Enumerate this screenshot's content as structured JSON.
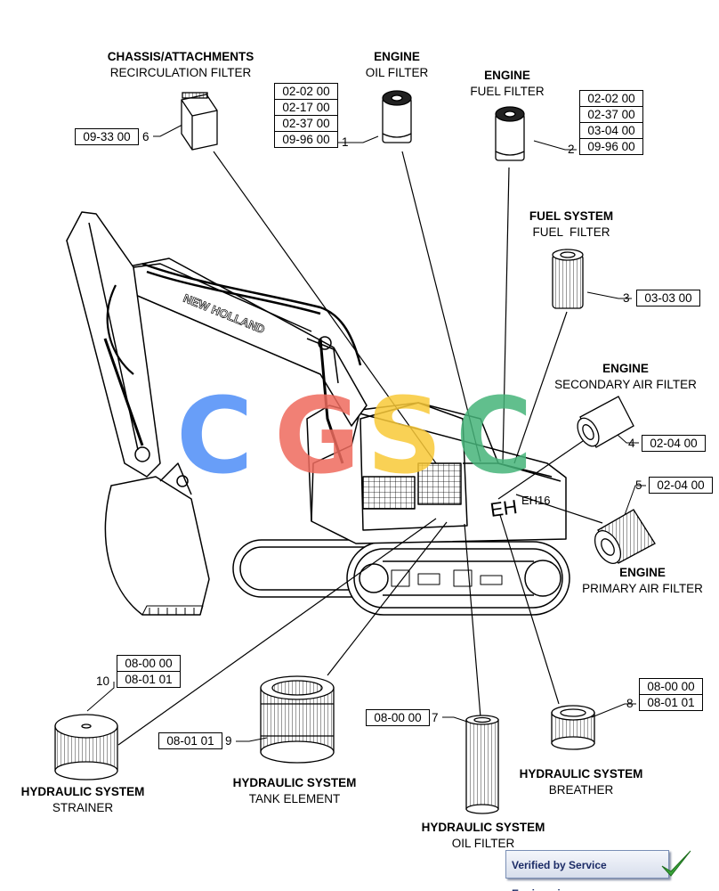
{
  "watermark": {
    "letters": [
      "C",
      "G",
      "S",
      "C"
    ],
    "colors": [
      "#4e8ef7",
      "#ef6b5e",
      "#f9c938",
      "#46b47a"
    ]
  },
  "excavator": {
    "brand": "NEW HOLLAND",
    "model": "EH16"
  },
  "parts": [
    {
      "id": "1",
      "system": "ENGINE",
      "name": "OIL FILTER",
      "refs": [
        "02-02 00",
        "02-17 00",
        "02-37 00",
        "09-96 00"
      ]
    },
    {
      "id": "2",
      "system": "ENGINE",
      "name": "FUEL FILTER",
      "refs": [
        "02-02 00",
        "02-37 00",
        "03-04 00",
        "09-96 00"
      ]
    },
    {
      "id": "3",
      "system": "FUEL SYSTEM",
      "name": "FUEL  FILTER",
      "refs": [
        "03-03 00"
      ]
    },
    {
      "id": "4",
      "system": "ENGINE",
      "name": "SECONDARY AIR FILTER",
      "refs": [
        "02-04 00"
      ]
    },
    {
      "id": "5",
      "system": "ENGINE",
      "name": "PRIMARY AIR FILTER",
      "refs": [
        "02-04 00"
      ]
    },
    {
      "id": "6",
      "system": "CHASSIS/ATTACHMENTS",
      "name": "RECIRCULATION FILTER",
      "refs": [
        "09-33 00"
      ]
    },
    {
      "id": "7",
      "system": "HYDRAULIC SYSTEM",
      "name": "OIL FILTER",
      "refs": [
        "08-00 00"
      ]
    },
    {
      "id": "8",
      "system": "HYDRAULIC SYSTEM",
      "name": "BREATHER",
      "refs": [
        "08-00 00",
        "08-01 01"
      ]
    },
    {
      "id": "9",
      "system": "HYDRAULIC SYSTEM",
      "name": "TANK ELEMENT",
      "refs": [
        "08-01 01"
      ]
    },
    {
      "id": "10",
      "system": "HYDRAULIC SYSTEM",
      "name": "STRAINER",
      "refs": [
        "08-00 00",
        "08-01 01"
      ]
    }
  ],
  "badge": {
    "text": "Verified by Service Engineering"
  }
}
